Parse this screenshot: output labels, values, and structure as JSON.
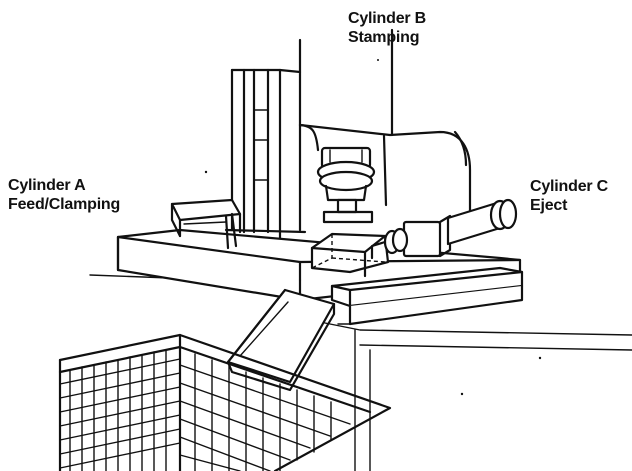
{
  "labels": {
    "cylinder_b": {
      "name": "Cylinder B",
      "function": "Stamping"
    },
    "cylinder_a": {
      "name": "Cylinder A",
      "function": "Feed/Clamping"
    },
    "cylinder_c": {
      "name": "Cylinder C",
      "function": "Eject"
    }
  }
}
